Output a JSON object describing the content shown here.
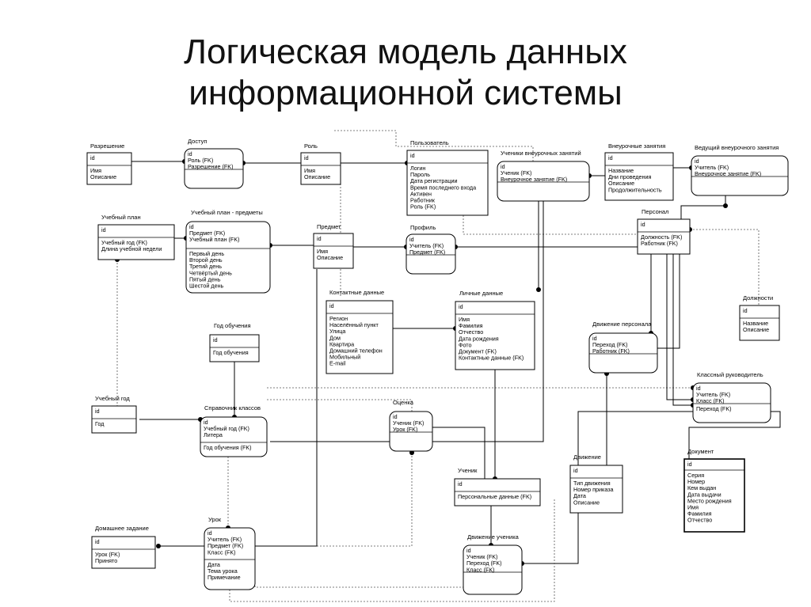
{
  "title": {
    "line1": "Логическая модель данных",
    "line2": "информационной системы"
  },
  "entities": [
    {
      "id": "razreshenie",
      "name": "Разрешение",
      "pk": [
        "id"
      ],
      "attrs": [
        "Имя",
        "Описание"
      ],
      "shape": "rect"
    },
    {
      "id": "dostup",
      "name": "Доступ",
      "pk": [
        "id",
        "Роль (FK)",
        "Разрешение (FK)"
      ],
      "attrs": [],
      "shape": "round"
    },
    {
      "id": "rol",
      "name": "Роль",
      "pk": [
        "id"
      ],
      "attrs": [
        "Имя",
        "Описание"
      ],
      "shape": "rect"
    },
    {
      "id": "polzovatel",
      "name": "Пользователь",
      "pk": [
        "id"
      ],
      "attrs": [
        "Логин",
        "Пароль",
        "Дата регистрации",
        "Время последнего входа",
        "Активен",
        "Работник",
        "Роль (FK)"
      ],
      "shape": "rect"
    },
    {
      "id": "ucheniki_vneur",
      "name": "Ученики внеурочных занятий",
      "pk": [
        "id",
        "Ученик (FK)",
        "Внеурочное занятие (FK)"
      ],
      "attrs": [],
      "shape": "round"
    },
    {
      "id": "vneur",
      "name": "Внеурочные занятия",
      "pk": [
        "id"
      ],
      "attrs": [
        "Название",
        "Дни проведения",
        "Описание",
        "Продолжительность"
      ],
      "shape": "rect"
    },
    {
      "id": "vedushiy",
      "name": "Ведущий внеурочного занятия",
      "pk": [
        "id",
        "Учитель (FK)",
        "Внеурочное занятие (FK)"
      ],
      "attrs": [],
      "shape": "round"
    },
    {
      "id": "ucheb_plan",
      "name": "Учебный план",
      "pk": [
        "id"
      ],
      "attrs": [
        "Учебный год (FK)",
        "Длина учебной недели"
      ],
      "shape": "rect"
    },
    {
      "id": "ucheb_plan_predm",
      "name": "Учебный план - предметы",
      "pk": [
        "id",
        "Предмет (FK)",
        "Учебный план (FK)"
      ],
      "attrs": [
        "Первый день",
        "Второй день",
        "Третий день",
        "Четвёртый день",
        "Пятый день",
        "Шестой день"
      ],
      "shape": "round"
    },
    {
      "id": "predmet",
      "name": "Предмет",
      "pk": [
        "id"
      ],
      "attrs": [
        "Имя",
        "Описание"
      ],
      "shape": "rect"
    },
    {
      "id": "profil",
      "name": "Профиль",
      "pk": [
        "id",
        "Учитель (FK)",
        "Предмет (FK)"
      ],
      "attrs": [],
      "shape": "round"
    },
    {
      "id": "personal",
      "name": "Персонал",
      "pk": [
        "id"
      ],
      "attrs": [
        "Должность (FK)",
        "Работник (FK)"
      ],
      "shape": "rect"
    },
    {
      "id": "kontakt",
      "name": "Контактные данные",
      "pk": [
        "id"
      ],
      "attrs": [
        "Регион",
        "Населённый пункт",
        "Улица",
        "Дом",
        "Квартира",
        "Домашний телефон",
        "Мобильный",
        "E-mail"
      ],
      "shape": "rect"
    },
    {
      "id": "lichnye",
      "name": "Личные данные",
      "pk": [
        "id"
      ],
      "attrs": [
        "Имя",
        "Фамилия",
        "Отчество",
        "Дата рождения",
        "Фото",
        "Документ (FK)",
        "Контактные данные (FK)"
      ],
      "shape": "rect"
    },
    {
      "id": "dolzhnosti",
      "name": "Должности",
      "pk": [
        "id"
      ],
      "attrs": [
        "Название",
        "Описание"
      ],
      "shape": "rect"
    },
    {
      "id": "god_obuch",
      "name": "Год обучения",
      "pk": [
        "id"
      ],
      "attrs": [
        "Год обучения"
      ],
      "shape": "rect"
    },
    {
      "id": "dvizh_pers",
      "name": "Движение персонала",
      "pk": [
        "id",
        "Переход (FK)",
        "Работник (FK)"
      ],
      "attrs": [],
      "shape": "round"
    },
    {
      "id": "klass_ruk",
      "name": "Классный руководитель",
      "pk": [
        "id",
        "Учитель (FK)",
        "Класс (FK)"
      ],
      "attrs": [
        "Переход (FK)"
      ],
      "shape": "round"
    },
    {
      "id": "ucheb_god",
      "name": "Учебный год",
      "pk": [
        "id"
      ],
      "attrs": [
        "Год"
      ],
      "shape": "rect"
    },
    {
      "id": "sprav_klass",
      "name": "Справочник классов",
      "pk": [
        "id",
        "Учебный год (FK)",
        "Литера"
      ],
      "attrs": [
        "Год обучения (FK)"
      ],
      "shape": "round"
    },
    {
      "id": "ocenka",
      "name": "Оценка",
      "pk": [
        "id",
        "Ученик (FK)",
        "Урок (FK)"
      ],
      "attrs": [],
      "shape": "round"
    },
    {
      "id": "dokument",
      "name": "Документ",
      "pk": [
        "id"
      ],
      "attrs": [
        "Серия",
        "Номер",
        "Кем выдан",
        "Дата выдачи",
        "Место рождения",
        "Имя",
        "Фамилия",
        "Отчество"
      ],
      "shape": "doc"
    },
    {
      "id": "uchenik",
      "name": "Ученик",
      "pk": [
        "id"
      ],
      "attrs": [
        "Персональные данные (FK)"
      ],
      "shape": "rect"
    },
    {
      "id": "dvizhenie",
      "name": "Движение",
      "pk": [
        "id"
      ],
      "attrs": [
        "Тип движения",
        "Номер приказа",
        "Дата",
        "Описание"
      ],
      "shape": "rect"
    },
    {
      "id": "dom_zad",
      "name": "Домашнее задание",
      "pk": [
        "id"
      ],
      "attrs": [
        "Урок (FK)",
        "Принято"
      ],
      "shape": "rect"
    },
    {
      "id": "urok",
      "name": "Урок",
      "pk": [
        "id",
        "Учитель (FK)",
        "Предмет (FK)",
        "Класс (FK)"
      ],
      "attrs": [
        "Дата",
        "Тема урока",
        "Примечание"
      ],
      "shape": "round"
    },
    {
      "id": "dvizh_uch",
      "name": "Движение ученика",
      "pk": [
        "id",
        "Ученик (FK)",
        "Переход (FK)",
        "Класс (FK)"
      ],
      "attrs": [],
      "shape": "round"
    }
  ]
}
